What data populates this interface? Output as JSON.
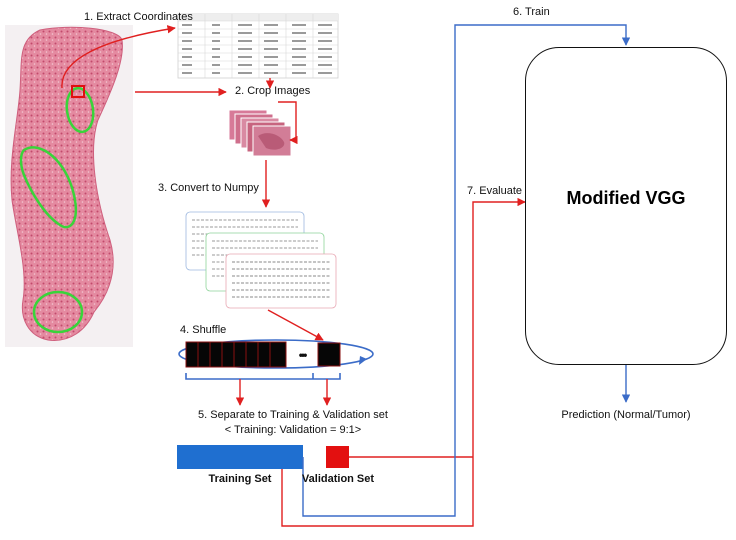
{
  "colors": {
    "red_arrow": "#e02020",
    "blue_arrow": "#3b6cc8",
    "training_set": "#1f6fd0",
    "validation_set": "#e31010",
    "tissue": "#d9758f",
    "annotation": "#39d43a",
    "crop_marker": "#e01010"
  },
  "icons": {
    "slide": "histology-slide-image",
    "spreadsheet": "coordinate-spreadsheet-image",
    "crops": "cropped-patches-stack-image",
    "numpy": "numpy-array-pages-image",
    "shuffle": "shuffle-loop-arrow"
  },
  "steps": {
    "extract": "1. Extract Coordinates",
    "crop": "2. Crop Images",
    "convert": "3. Convert to Numpy",
    "shuffle": "4. Shuffle",
    "separate": "5. Separate to Training & Validation set",
    "ratio": "< Training: Validation = 9:1>",
    "train": "6. Train",
    "evaluate": "7. Evaluate"
  },
  "model": {
    "title": "Modified VGG",
    "output": "Prediction (Normal/Tumor)"
  },
  "sets": {
    "training": "Training Set",
    "validation": "Validation Set"
  },
  "shuffle_ellipsis": "•••"
}
